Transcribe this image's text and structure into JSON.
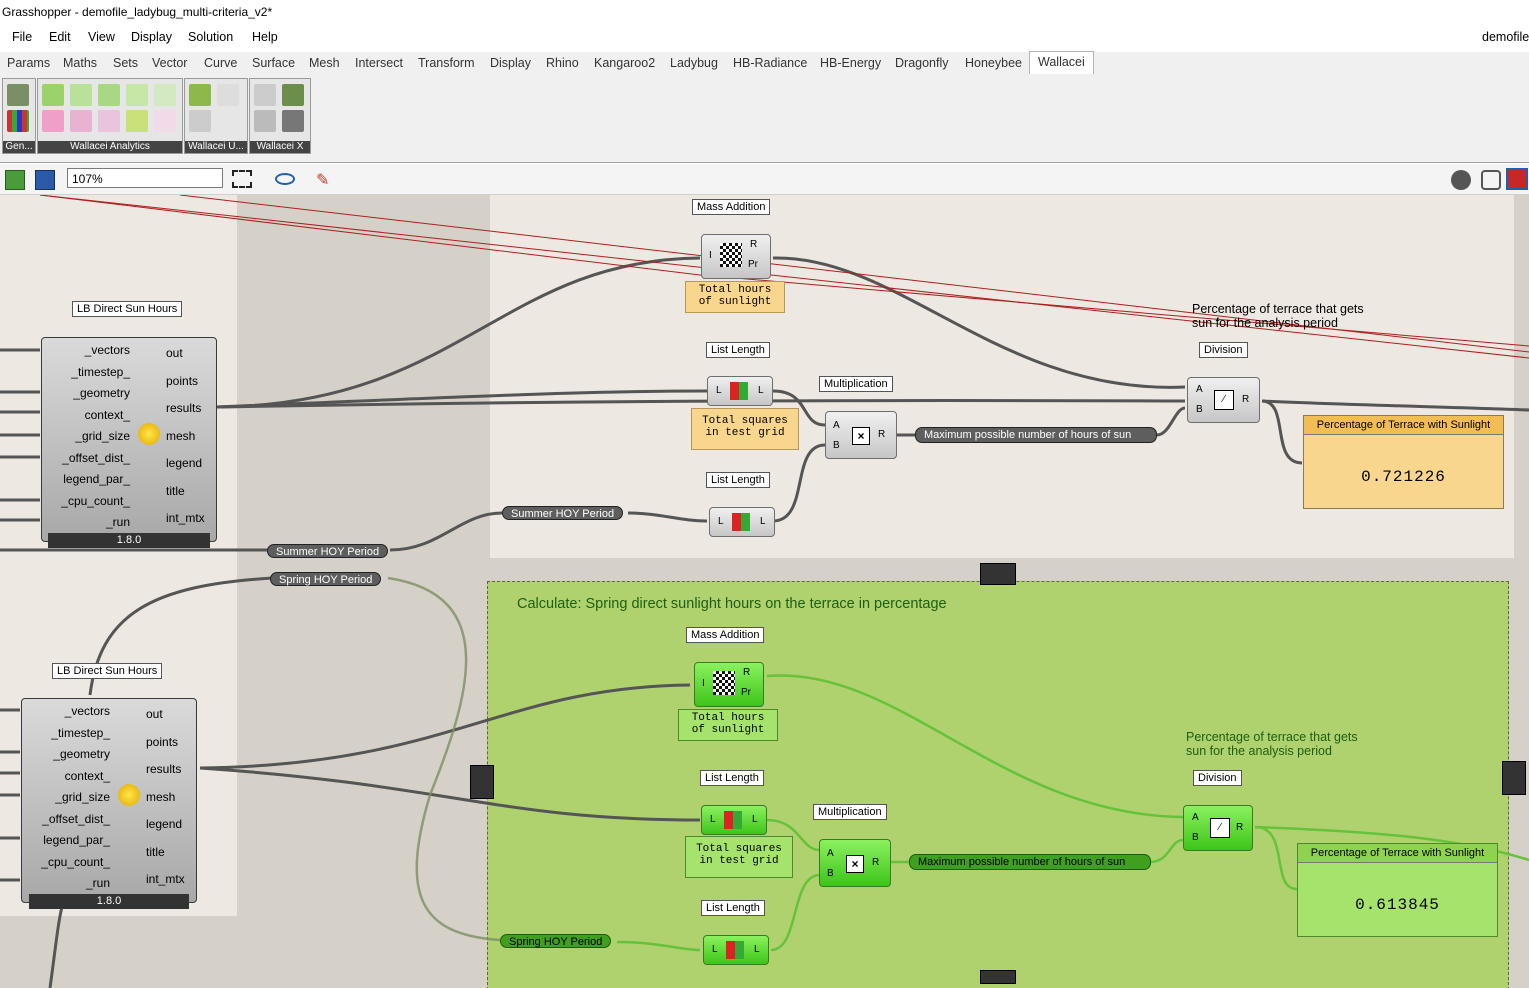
{
  "window": {
    "title": "Grasshopper - demofile_ladybug_multi-criteria_v2*"
  },
  "menu": {
    "items": [
      "File",
      "Edit",
      "View",
      "Display",
      "Solution",
      "Help"
    ],
    "right_label": "demofile"
  },
  "tabs": {
    "items": [
      "Params",
      "Maths",
      "Sets",
      "Vector",
      "Curve",
      "Surface",
      "Mesh",
      "Intersect",
      "Transform",
      "Display",
      "Rhino",
      "Kangaroo2",
      "Ladybug",
      "HB-Radiance",
      "HB-Energy",
      "Dragonfly",
      "Honeybee",
      "Wallacei"
    ],
    "active": "Wallacei"
  },
  "ribbon": {
    "panels": [
      "Gen...",
      "Wallacei Analytics",
      "Wallacei U...",
      "Wallacei X"
    ]
  },
  "toolbar": {
    "zoom": "107%"
  },
  "canvas": {
    "lb_direct_sun_hours": {
      "title": "LB Direct Sun Hours",
      "inputs": [
        "_vectors",
        "_timestep_",
        "_geometry",
        "context_",
        "_grid_size",
        "_offset_dist_",
        "legend_par_",
        "_cpu_count_",
        "_run"
      ],
      "outputs": [
        "out",
        "points",
        "results",
        "mesh",
        "legend",
        "title",
        "int_mtx"
      ],
      "version": "1.8.0"
    },
    "summer": {
      "mass_addition": "Mass Addition",
      "mass_addition_out_r": "R",
      "mass_addition_out_pr": "Pr",
      "mass_addition_in": "I",
      "total_hours": [
        "Total hours",
        "of sunlight"
      ],
      "list_length_1": "List Length",
      "list_length_2": "List Length",
      "total_squares": [
        "Total squares",
        "in test grid"
      ],
      "multiplication": "Multiplication",
      "max_hours": "Maximum possible number of hours of sun",
      "division": "Division",
      "note": [
        "Percentage of terrace that gets",
        "sun for the analysis period"
      ],
      "result_title": "Percentage of Terrace with Sunlight",
      "result_value": "0.721226",
      "hoy_period": "Summer HOY Period",
      "hoy_period_2": "Summer HOY Period"
    },
    "spring": {
      "group_title": "Calculate: Spring direct sunlight hours on the terrace in percentage",
      "mass_addition": "Mass Addition",
      "total_hours": [
        "Total hours",
        "of sunlight"
      ],
      "list_length_1": "List Length",
      "list_length_2": "List Length",
      "total_squares": [
        "Total squares",
        "in test grid"
      ],
      "multiplication": "Multiplication",
      "max_hours": "Maximum possible number of hours of sun",
      "division": "Division",
      "note": [
        "Percentage of terrace that gets",
        "sun for the analysis period"
      ],
      "result_title": "Percentage of Terrace with Sunlight",
      "result_value": "0.613845",
      "hoy_period": "Spring HOY Period",
      "hoy_period_2": "Spring HOY Period"
    },
    "port_labels": {
      "l": "L",
      "a": "A",
      "b": "B",
      "r": "R"
    }
  }
}
